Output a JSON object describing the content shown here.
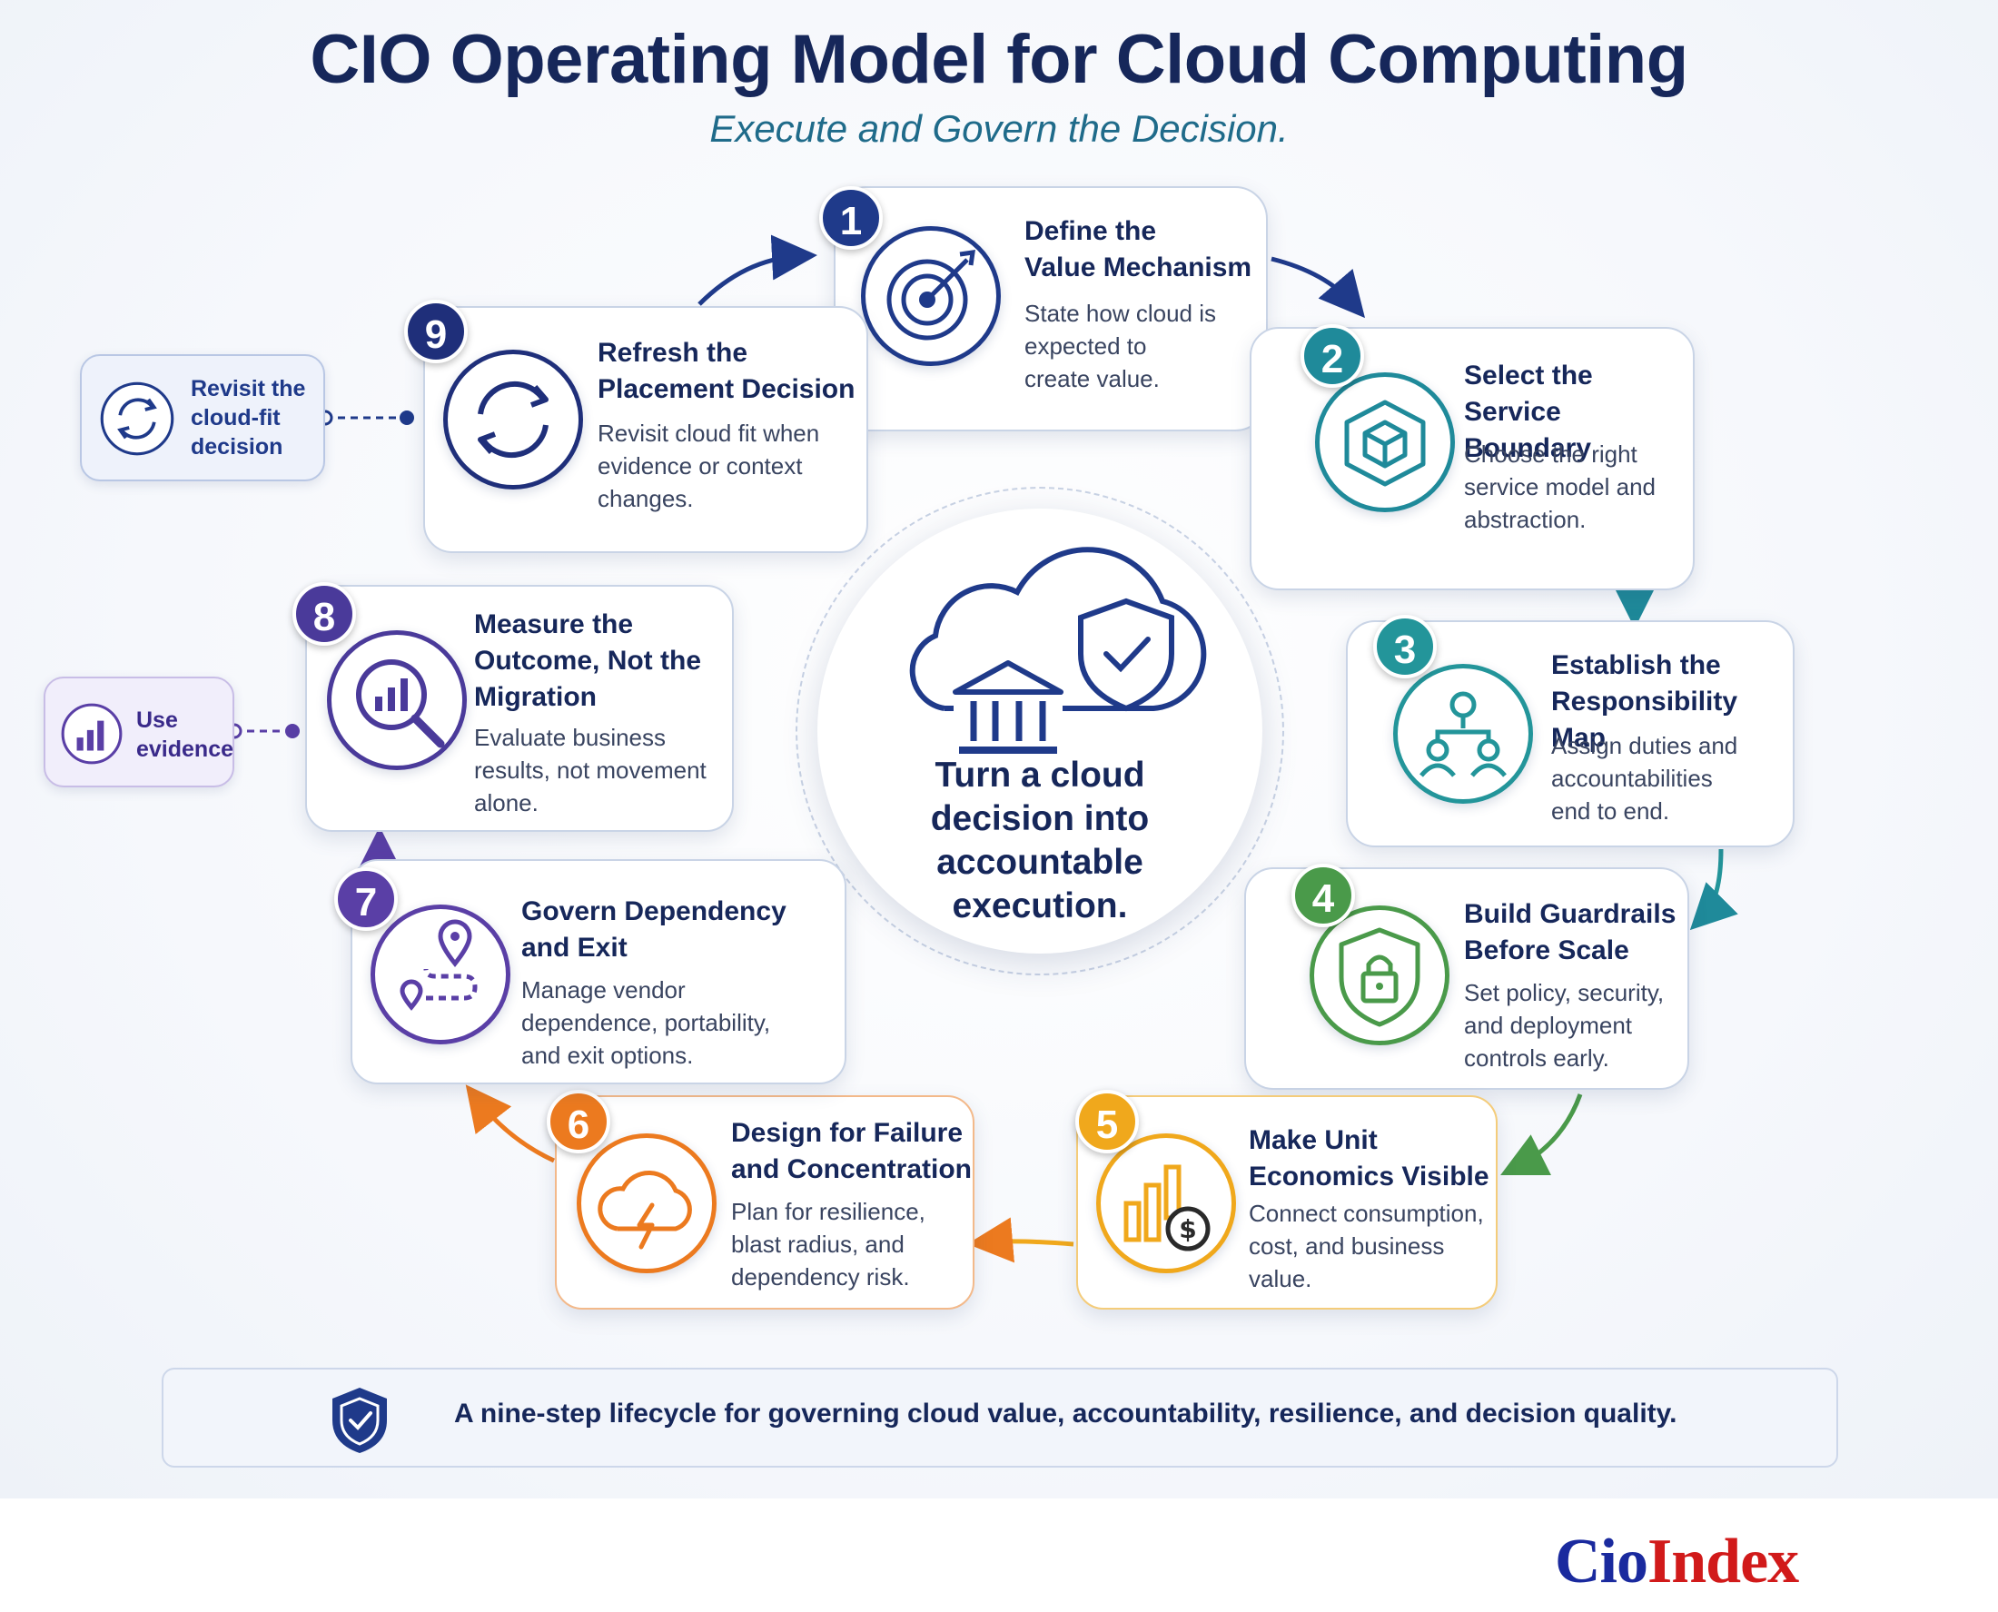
{
  "title": "CIO Operating Model for Cloud Computing",
  "subtitle": "Execute and Govern the Decision.",
  "center": {
    "text": "Turn a cloud decision into accountable execution."
  },
  "colors": {
    "navy": "#1f3a8a",
    "teal": "#1f8a9a",
    "green": "#4a9a4a",
    "yellow": "#f0a81c",
    "orange": "#ec7a1f",
    "purple": "#5a3fa6"
  },
  "steps": [
    {
      "number": "1",
      "title_line1": "Define the",
      "title_line2": "Value Mechanism",
      "desc": [
        "State how cloud is",
        "expected to",
        "create value."
      ],
      "icon": "target-icon",
      "color": "#1f3a8a"
    },
    {
      "number": "2",
      "title_line1": "Select the",
      "title_line2": "Service Boundary",
      "desc": [
        "Choose the right",
        "service model and",
        "abstraction."
      ],
      "icon": "cube-icon",
      "color": "#1f8a9a"
    },
    {
      "number": "3",
      "title_line1": "Establish the",
      "title_line2": "Responsibility Map",
      "desc": [
        "Assign duties and",
        "accountabilities",
        "end to end."
      ],
      "icon": "org-chart-icon",
      "color": "#23959a"
    },
    {
      "number": "4",
      "title_line1": "Build Guardrails",
      "title_line2": "Before Scale",
      "desc": [
        "Set policy, security,",
        "and deployment",
        "controls early."
      ],
      "icon": "shield-lock-icon",
      "color": "#4a9a4a"
    },
    {
      "number": "5",
      "title_line1": "Make Unit",
      "title_line2": "Economics Visible",
      "desc": [
        "Connect consumption,",
        "cost, and business",
        "value."
      ],
      "icon": "cost-chart-icon",
      "color": "#f0a81c"
    },
    {
      "number": "6",
      "title_line1": "Design for Failure",
      "title_line2": "and Concentration",
      "desc": [
        "Plan for resilience,",
        "blast radius, and",
        "dependency risk."
      ],
      "icon": "cloud-lightning-icon",
      "color": "#ec7a1f"
    },
    {
      "number": "7",
      "title_line1": "Govern Dependency",
      "title_line2": "and Exit",
      "desc": [
        "Manage vendor",
        "dependence, portability,",
        "and exit options."
      ],
      "icon": "route-pin-icon",
      "color": "#5a3fa6"
    },
    {
      "number": "8",
      "title_line1": "Measure the",
      "title_line2": "Outcome, Not the",
      "title_line3": "Migration",
      "desc": [
        "Evaluate business",
        "results, not movement",
        "alone."
      ],
      "icon": "magnifier-chart-icon",
      "color": "#4a3a9a"
    },
    {
      "number": "9",
      "title_line1": "Refresh the",
      "title_line2": "Placement Decision",
      "desc": [
        "Revisit cloud fit when",
        "evidence or context",
        "changes."
      ],
      "icon": "refresh-icon",
      "color": "#1f2f7a"
    }
  ],
  "side_notes": {
    "revisit": {
      "line1": "Revisit the",
      "line2": "cloud-fit",
      "line3": "decision"
    },
    "evidence": {
      "line1": "Use",
      "line2": "evidence"
    }
  },
  "footer": {
    "text": "A nine-step lifecycle for governing cloud value, accountability, resilience, and decision quality."
  },
  "logo": {
    "part1": "Cio",
    "part2": "Index"
  }
}
